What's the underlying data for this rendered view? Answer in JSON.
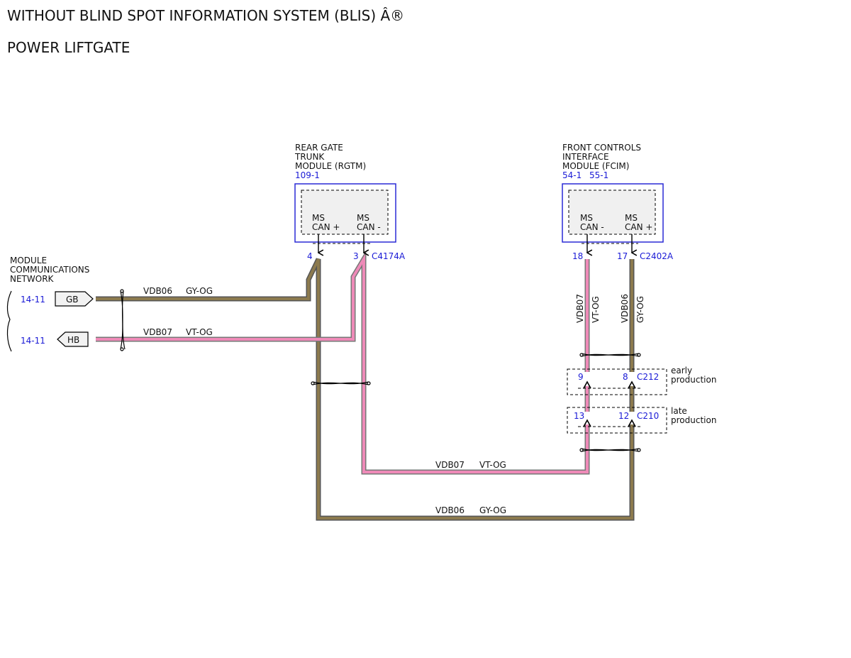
{
  "titles": {
    "line1": "WITHOUT BLIND SPOT INFORMATION SYSTEM (BLIS) Â®",
    "line2": "POWER LIFTGATE"
  },
  "colors": {
    "gy_og": "#8c7a4e",
    "vt_og": "#ee8ab8",
    "wire_outline": "#555555",
    "module_border": "#2a2ad6",
    "ref_text": "#1a1ad6"
  },
  "network": {
    "label_l1": "MODULE",
    "label_l2": "COMMUNICATIONS",
    "label_l3": "NETWORK",
    "ref_top": "14-11",
    "ref_bottom": "14-11",
    "conn_top": "GB",
    "conn_bottom": "HB"
  },
  "rgtm": {
    "name_l1": "REAR GATE",
    "name_l2": "TRUNK",
    "name_l3": "MODULE (RGTM)",
    "ref": "109-1",
    "pin_a_l1": "MS",
    "pin_a_l2": "CAN +",
    "pin_b_l1": "MS",
    "pin_b_l2": "CAN -",
    "pin_a_num": "4",
    "pin_b_num": "3",
    "connector": "C4174A"
  },
  "fcim": {
    "name_l1": "FRONT CONTROLS",
    "name_l2": "INTERFACE",
    "name_l3": "MODULE (FCIM)",
    "ref_a": "54-1",
    "ref_b": "55-1",
    "pin_a_l1": "MS",
    "pin_a_l2": "CAN -",
    "pin_b_l1": "MS",
    "pin_b_l2": "CAN +",
    "pin_a_num": "18",
    "pin_b_num": "17",
    "connector": "C2402A"
  },
  "wires": {
    "top_circuit": "VDB06",
    "top_color": "GY-OG",
    "bottom_circuit": "VDB07",
    "bottom_color": "VT-OG",
    "vert_left_circuit": "VDB07",
    "vert_left_color": "VT-OG",
    "vert_right_circuit": "VDB06",
    "vert_right_color": "GY-OG",
    "bus_upper_circuit": "VDB07",
    "bus_upper_color": "VT-OG",
    "bus_lower_circuit": "VDB06",
    "bus_lower_color": "GY-OG"
  },
  "inline": {
    "c212_pin_left": "9",
    "c212_pin_right": "8",
    "c212_name": "C212",
    "c212_note_l1": "early",
    "c212_note_l2": "production",
    "c210_pin_left": "13",
    "c210_pin_right": "12",
    "c210_name": "C210",
    "c210_note_l1": "late",
    "c210_note_l2": "production"
  }
}
